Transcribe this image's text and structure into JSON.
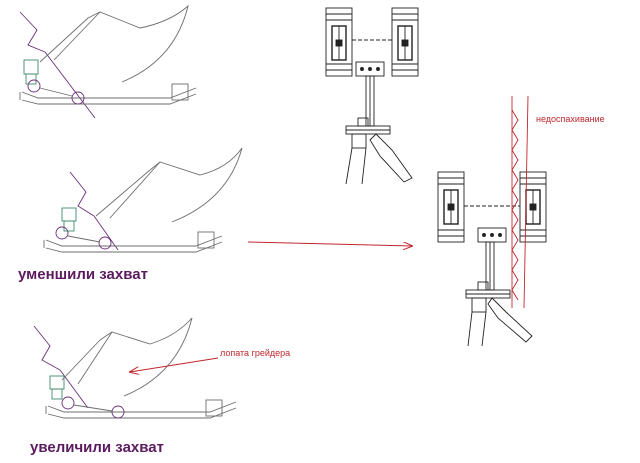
{
  "labels": {
    "reduced_width": "уменшили захват",
    "increased_width": "увеличили захват",
    "grader_blade": "лопата грейдера",
    "underplowing": "недоспахивание"
  },
  "colors": {
    "caption": "#5b1a5e",
    "annotation_red": "#c0272d",
    "line": "#2a2a2a",
    "light_line": "#7c7c7c",
    "guide": "#6b2f7a",
    "green": "#3f8a6a"
  }
}
